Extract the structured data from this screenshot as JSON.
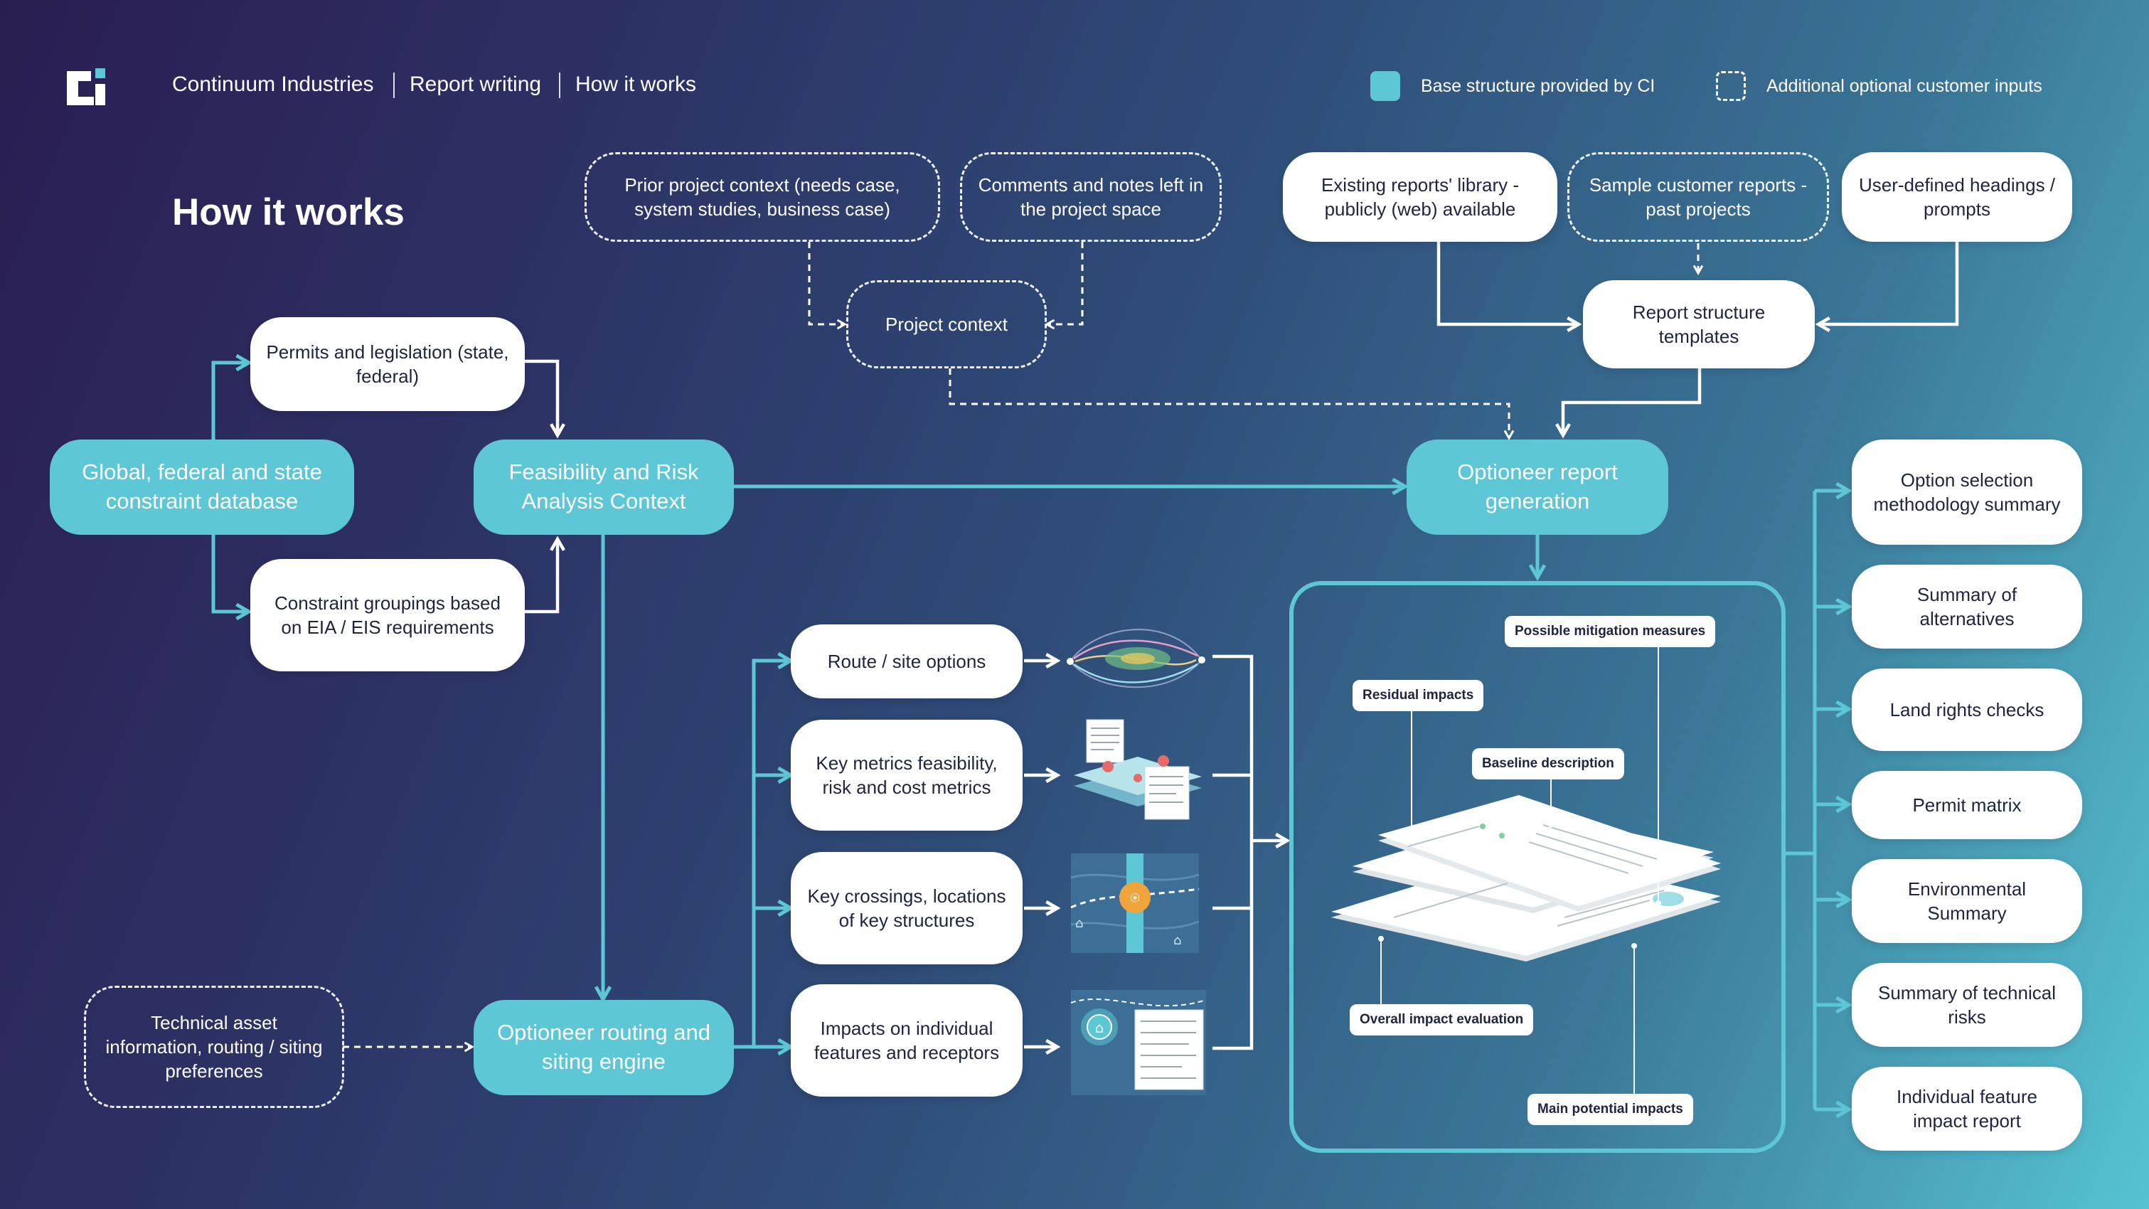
{
  "header": {
    "company": "Continuum Industries",
    "section": "Report writing",
    "page": "How it works"
  },
  "legend": {
    "base_label": "Base structure provided by CI",
    "optional_label": "Additional optional customer inputs",
    "base_color": "#5ec7d6"
  },
  "title": "How it works",
  "nodes": {
    "prior_context": "Prior project context (needs case, system studies, business case)",
    "comments": "Comments and notes left in the project space",
    "project_context": "Project context",
    "existing_reports": "Existing reports' library - publicly (web) available",
    "sample_reports": "Sample customer reports - past projects",
    "user_headings": "User-defined headings / prompts",
    "report_templates": "Report structure templates",
    "permits": "Permits and legislation (state, federal)",
    "constraint_db": "Global, federal and state constraint database",
    "feasibility": "Feasibility and Risk Analysis Context",
    "constraint_groupings": "Constraint groupings based on EIA / EIS requirements",
    "optioneer_report": "Optioneer report generation",
    "technical_asset": "Technical asset information, routing / siting preferences",
    "routing_engine": "Optioneer routing and siting engine",
    "route_options": "Route / site options",
    "key_metrics": "Key metrics feasibility, risk and cost metrics",
    "key_crossings": "Key crossings, locations of key structures",
    "impacts": "Impacts on individual features and receptors"
  },
  "report_panel": {
    "possible_mitigation": "Possible mitigation measures",
    "residual_impacts": "Residual impacts",
    "baseline": "Baseline description",
    "overall_impact": "Overall impact evaluation",
    "main_impacts": "Main potential impacts"
  },
  "outputs": [
    "Option selection methodology summary",
    "Summary of alternatives",
    "Land rights checks",
    "Permit matrix",
    "Environmental Summary",
    "Summary of technical risks",
    "Individual feature impact report"
  ],
  "colors": {
    "accent": "#5ec7d6",
    "white_box": "#ffffff",
    "dark_text": "#1f2540"
  }
}
